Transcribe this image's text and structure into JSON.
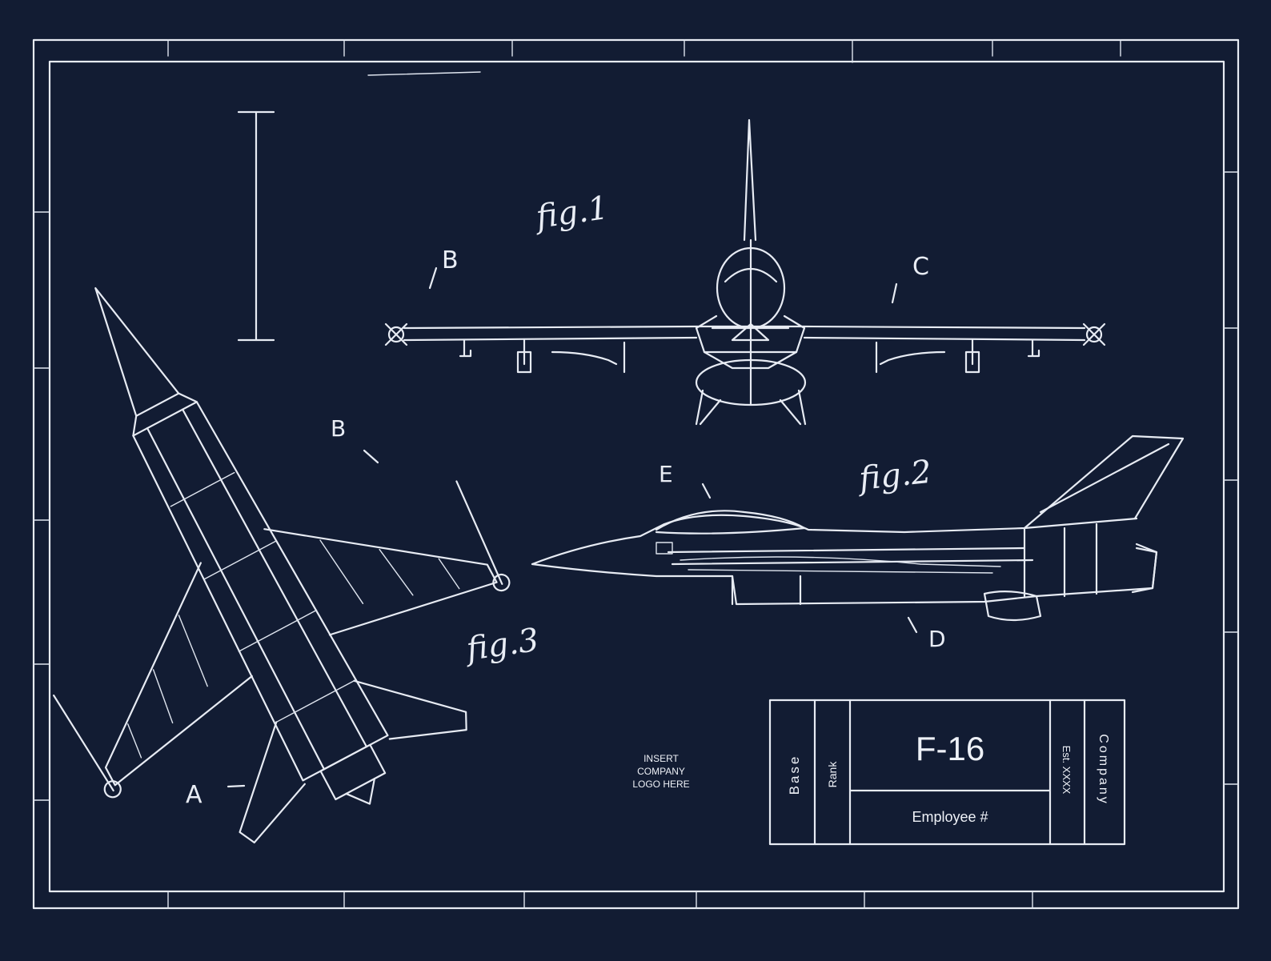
{
  "figures": {
    "fig1": "fig.1",
    "fig2": "fig.2",
    "fig3": "fig.3"
  },
  "callouts": {
    "b_front": "B",
    "c_front": "C",
    "b_top": "B",
    "e_side": "E",
    "d_side": "D",
    "a_top": "A"
  },
  "logo_placeholder": [
    "INSERT",
    "COMPANY",
    "LOGO HERE"
  ],
  "title_block": {
    "base": "Base",
    "rank": "Rank",
    "title": "F-16",
    "employee": "Employee #",
    "est": "Est. XXXX",
    "company": "Company"
  },
  "colors": {
    "background": "#121c33",
    "line": "#e7ebf3"
  }
}
